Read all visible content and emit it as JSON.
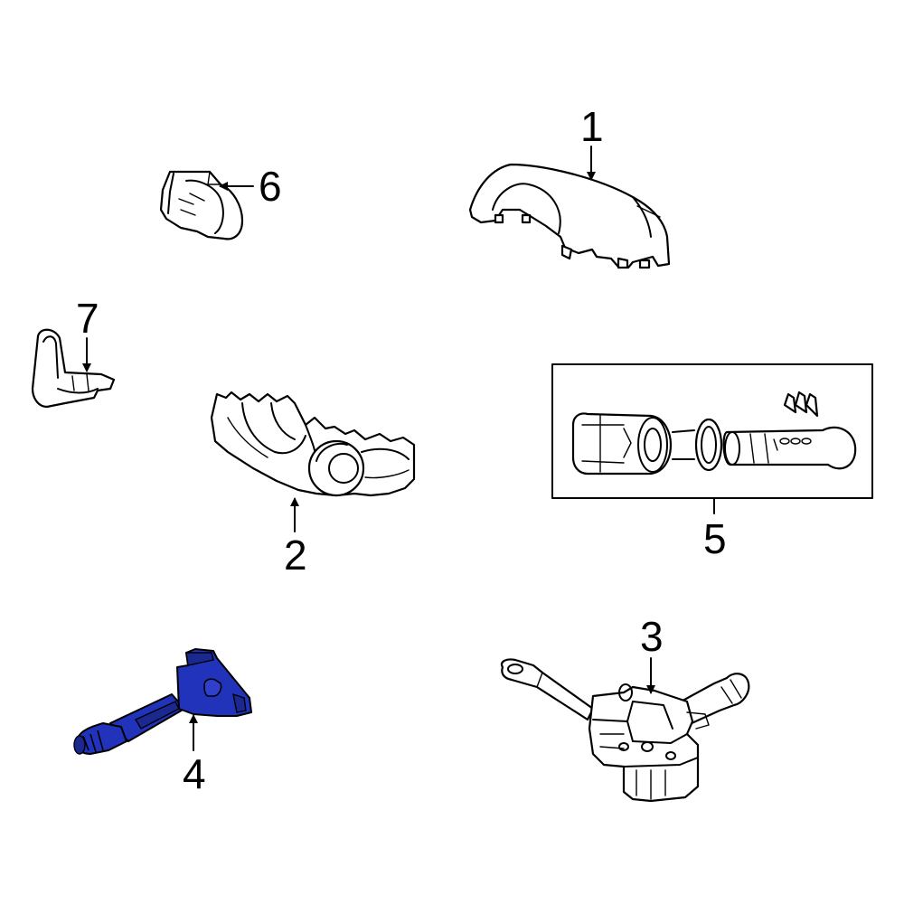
{
  "colors": {
    "highlight": "#2233bb",
    "line": "#000000",
    "background": "#ffffff"
  },
  "callouts": [
    {
      "label": "1",
      "part": "upper-column-shroud"
    },
    {
      "label": "2",
      "part": "lower-column-shroud"
    },
    {
      "label": "3",
      "part": "combination-switch"
    },
    {
      "label": "4",
      "part": "wiper-switch-highlighted"
    },
    {
      "label": "5",
      "part": "lock-cylinder-kit"
    },
    {
      "label": "6",
      "part": "connector-housing"
    },
    {
      "label": "7",
      "part": "bulb-socket"
    }
  ]
}
